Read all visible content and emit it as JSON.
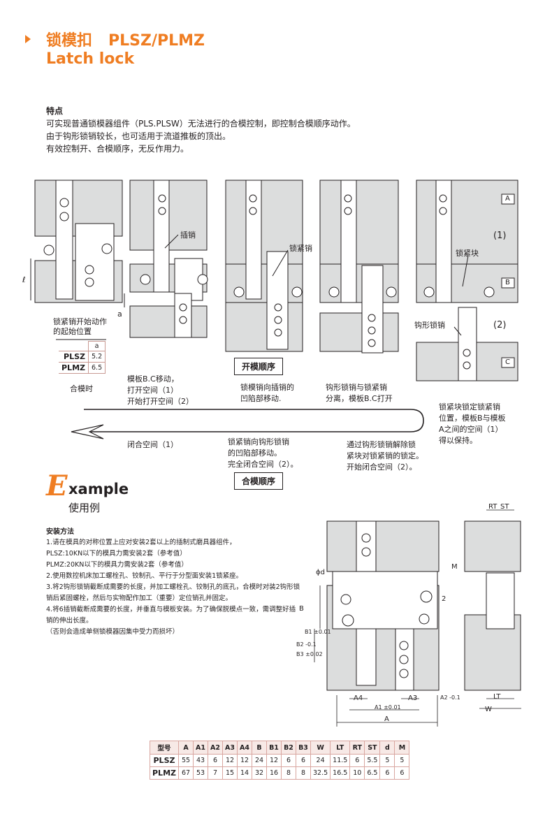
{
  "header": {
    "title_cn": "锁模扣",
    "title_model": "PLSZ/PLMZ",
    "title_en": "Latch lock"
  },
  "features": {
    "heading": "特点",
    "lines": [
      "可实现普通锁模器组件（PLS.PLSW）无法进行的合模控制，即控制合模顺序动作。",
      "由于钩形锁销较长，也可适用于流道推板的顶出。",
      "有效控制开、合模顺序，无反作用力。"
    ]
  },
  "diagram": {
    "label_insert_pin": "插销",
    "label_lock_pin": "锁紧销",
    "label_lock_block": "锁紧块",
    "label_hook_pin": "钩形锁销",
    "label_1": "(1)",
    "label_2": "(2)",
    "plate_a": "A",
    "plate_b": "B",
    "plate_c": "C",
    "dim_l": "ℓ",
    "dim_a": "a",
    "start_note_1": "锁紧销开始动作",
    "start_note_2": "的起始位置",
    "small_table": {
      "header": "a",
      "rows": [
        [
          "PLSZ",
          "5.2"
        ],
        [
          "PLMZ",
          "6.5"
        ]
      ]
    },
    "open_sequence": "开模顺序",
    "close_sequence": "合模顺序",
    "mold_closed": "合模时",
    "step1": [
      "模板B.C移动，",
      "打开空间（1）",
      "开始打开空间（2）"
    ],
    "step2": [
      "锁模销向插销的",
      "凹陷部移动."
    ],
    "step3": [
      "钩形锁销与锁紧销",
      "分离，模板B.C打开"
    ],
    "step4": [
      "锁紧块锁定锁紧销",
      "位置，模板B与模板",
      "A之间的空间（1）",
      "得以保持。"
    ],
    "close1": "闭合空间（1）",
    "close2": [
      "锁紧销向钩形锁销",
      "的凹陷部移动。",
      "完全闭合空间（2）。"
    ],
    "close3": [
      "通过钩形锁销解除锁",
      "紧块对锁紧销的锁定。",
      "开始闭合空间（2）。"
    ]
  },
  "example": {
    "big_letter": "E",
    "rest": "xample",
    "cn": "使用例",
    "install_heading": "安装方法",
    "install_lines": [
      "1.请在模具的对称位置上应对安装2套以上的插制式磨具器组件，",
      "PLSZ:10KN以下的模具力需安装2套（参考值）",
      "PLMZ:20KN以下的模具力需安装2套（参考值）",
      "2.使用数控机床加工螺栓孔、铰制孔、平行于分型面安装1锁紧座。",
      "3.将2钩形锁销截断成需要的长度，并加工螺栓孔、铰制孔的底孔，合模时对装2钩形锁",
      "销后紧固螺栓，然后与实物配作加工（重要）定位销孔并固定。",
      "4.将6插销截断成需要的长度，并垂直与模板安装。为了确保脱模点一致，需调整好插",
      "销的伸出长度。",
      "（否则会造成单侧锁模器因集中受力而损坏）"
    ],
    "dims": {
      "d": "ϕd",
      "M": "M",
      "B": "B",
      "B1": "B1 ±0.01",
      "B2": "B2 -0.1",
      "B3": "B3 ±0.02",
      "A4": "A4",
      "A3": "A3",
      "A2": "A2 -0.1",
      "A1": "A1 ±0.01",
      "A": "A",
      "RT": "RT",
      "ST": "ST",
      "LT": "LT",
      "W": "W",
      "two": "2"
    }
  },
  "spec_table": {
    "headers": [
      "型号",
      "A",
      "A1",
      "A2",
      "A3",
      "A4",
      "B",
      "B1",
      "B2",
      "B3",
      "W",
      "LT",
      "RT",
      "ST",
      "d",
      "M"
    ],
    "rows": [
      [
        "PLSZ",
        "55",
        "43",
        "6",
        "12",
        "12",
        "24",
        "12",
        "6",
        "6",
        "24",
        "11.5",
        "6",
        "5.5",
        "5",
        "5"
      ],
      [
        "PLMZ",
        "67",
        "53",
        "7",
        "15",
        "14",
        "32",
        "16",
        "8",
        "8",
        "32.5",
        "16.5",
        "10",
        "6.5",
        "6",
        "6"
      ]
    ]
  },
  "colors": {
    "accent": "#ef7d22",
    "plate": "#dcdddd",
    "line": "#231f20"
  }
}
